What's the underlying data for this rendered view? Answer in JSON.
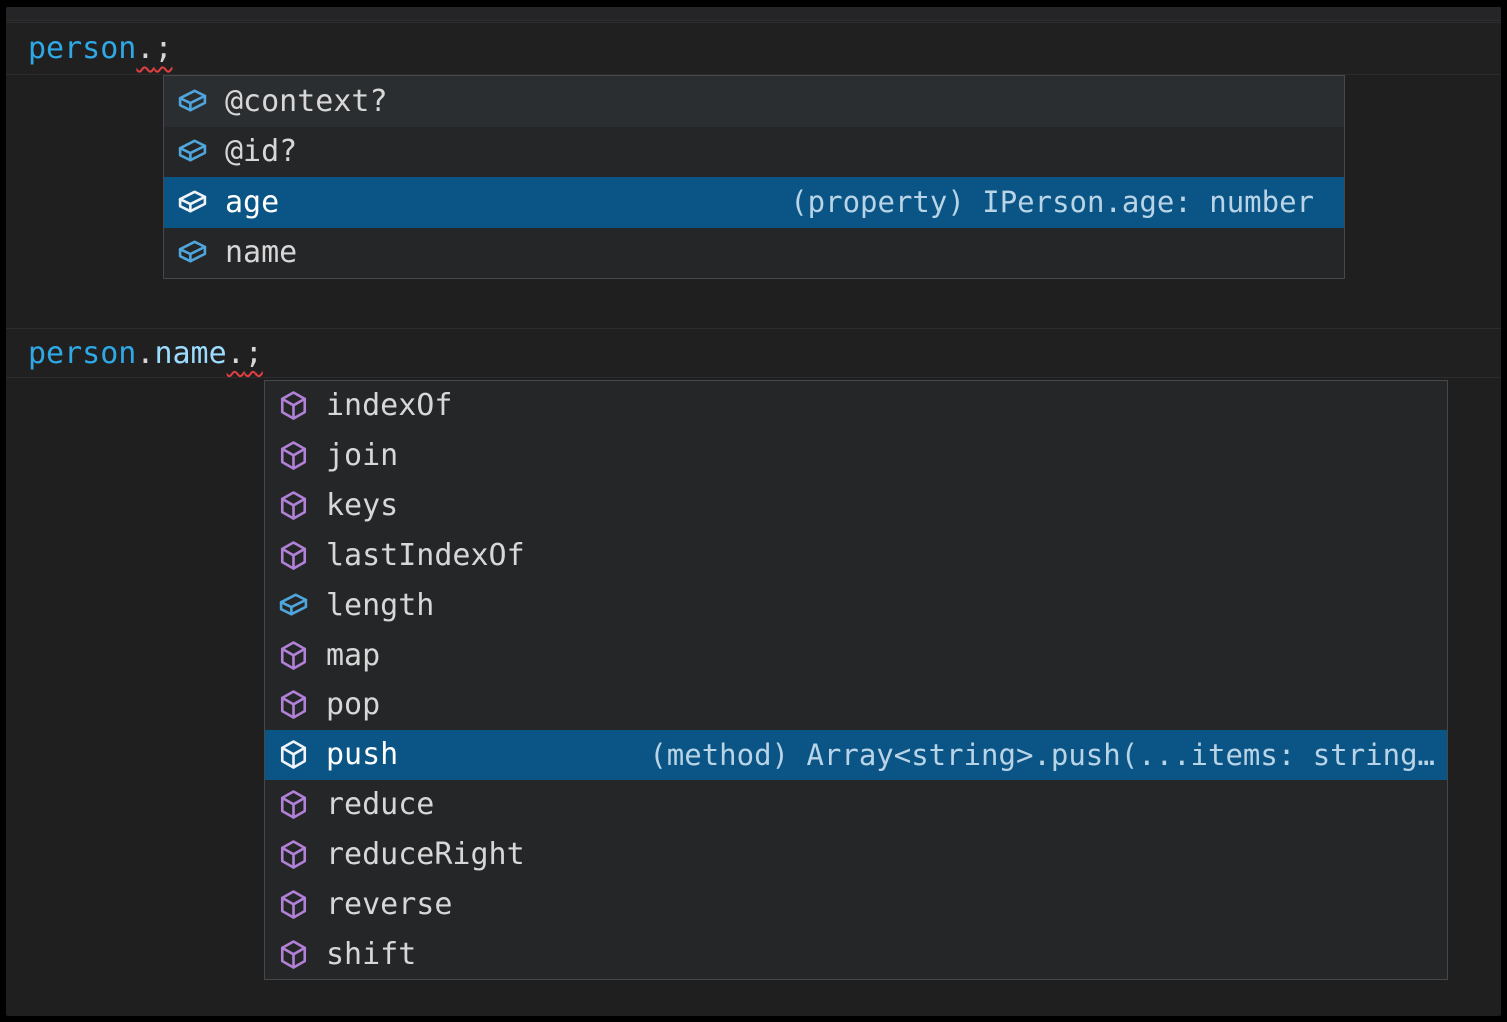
{
  "theme": {
    "editor_background": "#1f1f1f",
    "popup_background": "#252628",
    "popup_border": "#47484a",
    "selection_background": "#0a5586",
    "field_icon_color": "#4fa6dc",
    "method_icon_color": "#b180d7",
    "object_token_color": "#2fa9e6",
    "property_token_color": "#9cdcfe",
    "error_squiggle_color": "#e13f3f"
  },
  "code": {
    "line1": {
      "object": "person",
      "accessor": ".",
      "terminator": ";"
    },
    "line2": {
      "object": "person",
      "dot": ".",
      "property": "name",
      "accessor": ".",
      "terminator": ";"
    }
  },
  "popups": [
    {
      "items": [
        {
          "label": "@context?",
          "kind": "field"
        },
        {
          "label": "@id?",
          "kind": "field"
        },
        {
          "label": "age",
          "kind": "field",
          "selected": true,
          "detail": "(property) IPerson.age: number"
        },
        {
          "label": "name",
          "kind": "field"
        }
      ]
    },
    {
      "items": [
        {
          "label": "indexOf",
          "kind": "method"
        },
        {
          "label": "join",
          "kind": "method"
        },
        {
          "label": "keys",
          "kind": "method"
        },
        {
          "label": "lastIndexOf",
          "kind": "method"
        },
        {
          "label": "length",
          "kind": "field"
        },
        {
          "label": "map",
          "kind": "method"
        },
        {
          "label": "pop",
          "kind": "method"
        },
        {
          "label": "push",
          "kind": "method",
          "selected": true,
          "detail": "(method) Array<string>.push(...items: string…"
        },
        {
          "label": "reduce",
          "kind": "method"
        },
        {
          "label": "reduceRight",
          "kind": "method"
        },
        {
          "label": "reverse",
          "kind": "method"
        },
        {
          "label": "shift",
          "kind": "method"
        }
      ]
    }
  ]
}
